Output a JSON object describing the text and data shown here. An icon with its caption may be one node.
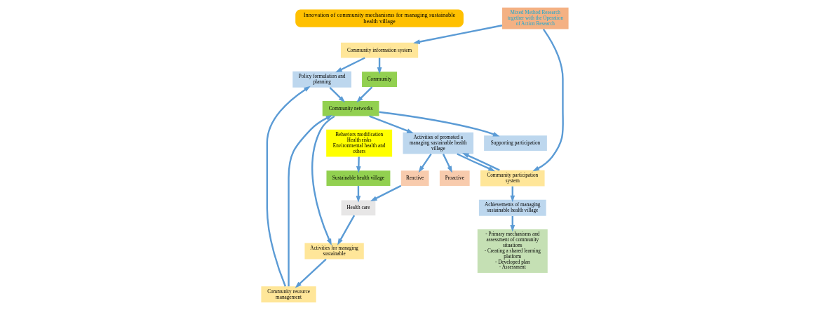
{
  "diagram": {
    "nodes": [
      {
        "text": [
          "Innovation of community mechanisms for managing sustainable health village"
        ]
      },
      {
        "text": [
          "Community information system"
        ]
      },
      {
        "text": [
          "Mixed Method Research together with the Operation of Action Research"
        ]
      },
      {
        "text": [
          "Policy formulation and planning"
        ]
      },
      {
        "text": [
          "Community"
        ]
      },
      {
        "text": [
          "Community resource management"
        ]
      },
      {
        "text": [
          "Community networks"
        ]
      },
      {
        "text": [
          "Supporting participation"
        ]
      },
      {
        "text": [
          "Community participation system"
        ]
      },
      {
        "text": [
          "Activities for managing sustainable"
        ]
      },
      {
        "text": [
          "Activities of promoted a managing sustainable health village"
        ]
      },
      {
        "text": [
          "Health care"
        ]
      },
      {
        "text": [
          "Reactive"
        ]
      },
      {
        "text": [
          "Achievements of managing sustainable health village"
        ]
      },
      {
        "text": [
          "Sustainable health village"
        ]
      },
      {
        "text": [
          "Proactive"
        ]
      },
      {
        "text": [
          "- Primary mechanisms and assessment of community situations",
          "- Creating a shared learning platform",
          "- Developed plan",
          "- Assessment"
        ]
      },
      {
        "text": [
          "Behaviors modification",
          "Health risks",
          "Environmental health and others"
        ]
      }
    ],
    "edges": [
      {
        "from": 2,
        "to": 1,
        "arrow": "to"
      },
      {
        "from": 1,
        "to": 3,
        "arrow": "to"
      },
      {
        "from": 1,
        "to": 4,
        "arrow": "to"
      },
      {
        "from": 4,
        "to": 6,
        "arrow": "to"
      },
      {
        "from": 3,
        "to": 6,
        "arrow": "to"
      },
      {
        "from": 5,
        "to": 6,
        "arrow": "to"
      },
      {
        "from": 6,
        "to": 7,
        "arrow": "to"
      },
      {
        "from": 6,
        "to": 9,
        "arrow": "to"
      },
      {
        "from": 6,
        "to": 10,
        "arrow": "to"
      },
      {
        "from": 2,
        "to": 8,
        "arrow": "to"
      },
      {
        "from": 10,
        "to": 8,
        "arrow": "to"
      },
      {
        "from": 8,
        "to": 10,
        "arrow": "to"
      },
      {
        "from": 8,
        "to": 13,
        "arrow": "to"
      },
      {
        "from": 13,
        "to": 16,
        "arrow": "to"
      },
      {
        "from": 10,
        "to": 12,
        "arrow": "to"
      },
      {
        "from": 10,
        "to": 15,
        "arrow": "to"
      },
      {
        "from": 12,
        "to": 11,
        "arrow": "to"
      },
      {
        "from": 9,
        "to": 5,
        "arrow": "to"
      },
      {
        "from": 5,
        "to": 3,
        "arrow": "to"
      },
      {
        "from": 11,
        "to": 9,
        "arrow": "to"
      },
      {
        "from": 14,
        "to": 11,
        "arrow": "to"
      },
      {
        "from": 17,
        "to": 14,
        "arrow": "to"
      }
    ]
  }
}
